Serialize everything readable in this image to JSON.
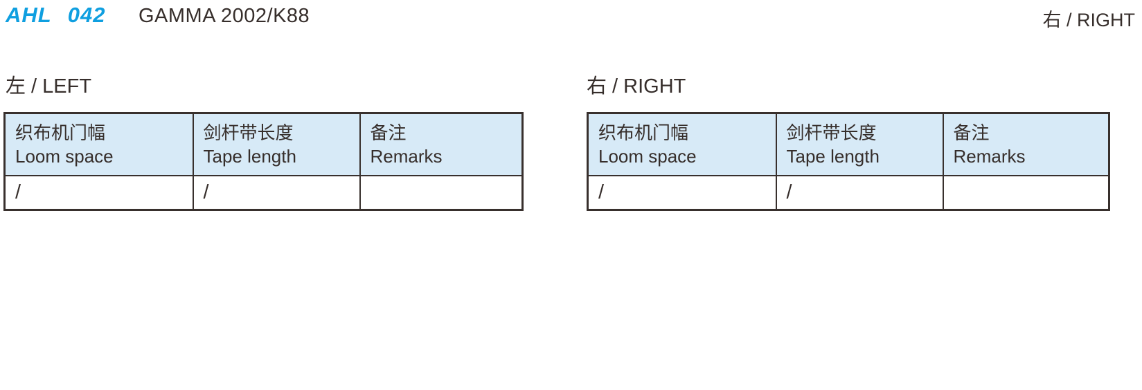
{
  "header": {
    "model_code": "AHL 042",
    "model_name": "GAMMA 2002/K88",
    "page_side_label": "右 / RIGHT"
  },
  "sections": [
    {
      "label": "左 / LEFT",
      "table": {
        "columns": [
          {
            "zh": "织布机门幅",
            "en": "Loom space"
          },
          {
            "zh": "剑杆带长度",
            "en": "Tape length"
          },
          {
            "zh": "备注",
            "en": "Remarks"
          }
        ],
        "rows": [
          [
            "/",
            "/",
            ""
          ]
        ]
      }
    },
    {
      "label": "右 / RIGHT",
      "table": {
        "columns": [
          {
            "zh": "织布机门幅",
            "en": "Loom space"
          },
          {
            "zh": "剑杆带长度",
            "en": "Tape length"
          },
          {
            "zh": "备注",
            "en": "Remarks"
          }
        ],
        "rows": [
          [
            "/",
            "/",
            ""
          ]
        ]
      }
    }
  ],
  "colors": {
    "accent_blue": "#0f9fe0",
    "table_header_bg": "#d7eaf7",
    "border_dark": "#38302d",
    "text_dark": "#362e2b",
    "page_bg": "#ffffff"
  }
}
